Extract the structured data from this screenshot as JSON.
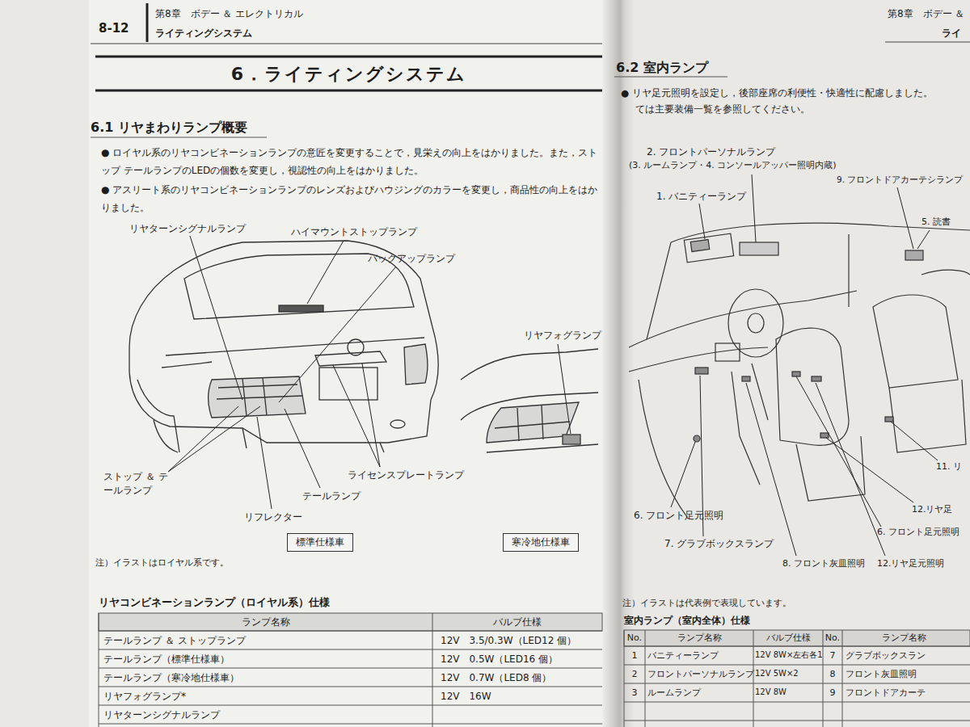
{
  "diagram": {
    "title": "6．ライティングシステム",
    "nodes": [
      {
        "text": [
          "標準仕様車"
        ]
      },
      {
        "text": [
          "寒冷地仕様車"
        ]
      }
    ],
    "labels": [
      "8-12",
      "第8章　ボデー ＆ エレクトリカル",
      "ライティングシステム",
      "6.1 リヤまわりランプ概要",
      "● ロイヤル系のリヤコンビネーションランプの意匠を変更することで，見栄えの向上をはかりました。また，ストップ テールランプのLEDの個数を変更し，視認性の向上をはかりました。",
      "● アスリート系のリヤコンビネーションランプのレンズおよびハウジングのカラーを変更し，商品性の向上をはかりました。",
      "リヤターンシグナルランプ",
      "ハイマウントストップランプ",
      "バックアップランプ",
      "リヤフォグランプ",
      "ストップ ＆ テールランプ",
      "ライセンスプレートランプ",
      "テールランプ",
      "リフレクター",
      "注）イラストはロイヤル系です。",
      "リヤコンビネーションランプ（ロイヤル系）仕様",
      "ランプ名称",
      "バルブ仕様",
      "テールランプ ＆ ストップランプ",
      "12V　3.5/0.3W（LED12 個）",
      "テールランプ（標準仕様車）",
      "12V　0.5W（LED16 個）",
      "テールランプ（寒冷地仕様車）",
      "12V　0.7W（LED8 個）",
      "リヤフォグランプ*",
      "12V　16W",
      "リヤターンシグナルランプ",
      "第8章　ボデー ＆",
      "ライ",
      "6.2 室内ランプ",
      "● リヤ足元照明を設定し，後部座席の利便性・快適性に配慮しました。",
      "ては主要装備一覧を参照してください。",
      "2. フロントパーソナルランプ",
      "(3. ルームランプ・4. コンソールアッパー照明内蔵)",
      "9. フロントドアカーテシランプ",
      "1. バニティーランプ",
      "5. 読書",
      "11. リ",
      "12.リヤ足",
      "6. フロント足元照明",
      "6. フロント足元照明",
      "7. グラブボックスランプ",
      "8. フロント灰皿照明",
      "12.リヤ足元照明",
      "注）イラストは代表例で表現しています。",
      "室内ランプ（室内全体）仕様",
      "No.",
      "ランプ名称",
      "バルブ仕様",
      "No.",
      "ランプ名称",
      "1",
      "バニティーランプ",
      "12V 8W×左右各1",
      "7",
      "グラブボックスラン",
      "2",
      "フロントパーソナルランプ",
      "12V 5W×2",
      "8",
      "フロント灰皿照明",
      "3",
      "ルームランプ",
      "12V 8W",
      "9",
      "フロントドアカーテ"
    ]
  }
}
